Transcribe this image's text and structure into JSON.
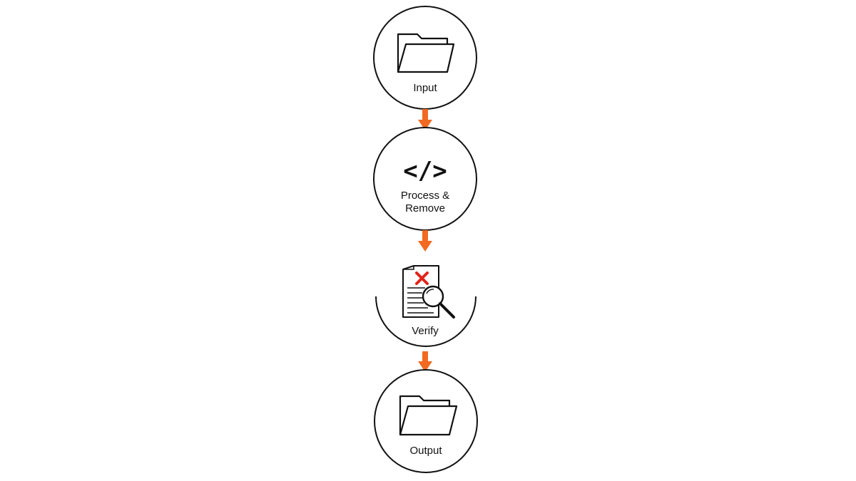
{
  "colors": {
    "arrow": "#F26A21",
    "stroke": "#111111",
    "cross": "#E2231A",
    "background": "#FFFFFF"
  },
  "steps": [
    {
      "label_lines": [
        "Input"
      ],
      "icon": "folder-icon"
    },
    {
      "label_lines": [
        "Process &",
        "Remove"
      ],
      "icon": "code-icon",
      "glyph": "</>"
    },
    {
      "label_lines": [
        "Verify"
      ],
      "icon": "document-search-icon"
    },
    {
      "label_lines": [
        "Output"
      ],
      "icon": "folder-icon"
    }
  ]
}
